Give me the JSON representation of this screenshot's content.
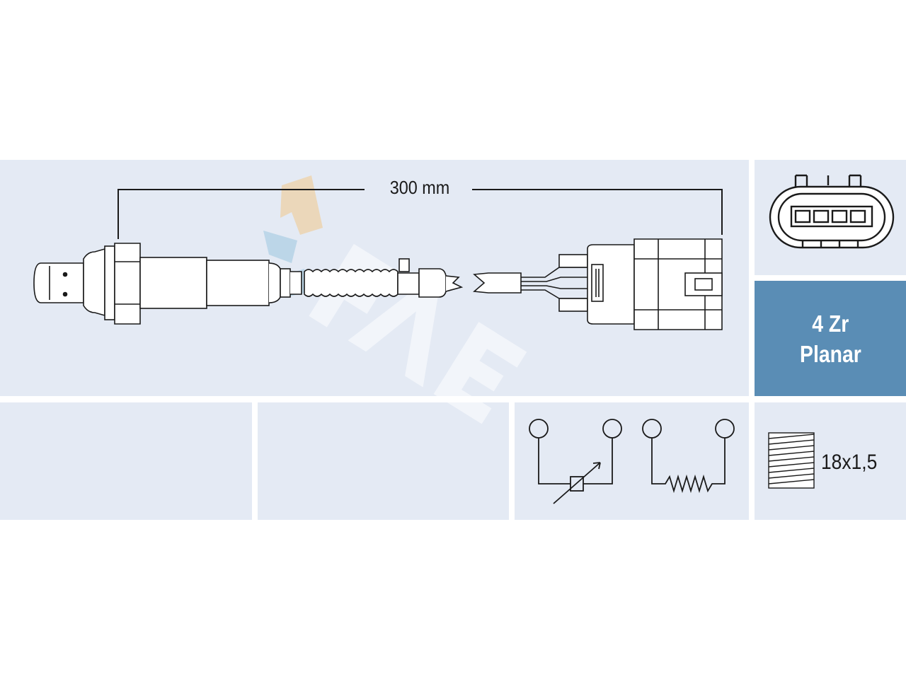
{
  "dimension": {
    "length": "300 mm"
  },
  "sensor_spec": {
    "line1": "4 Zr",
    "line2": "Planar"
  },
  "thread": {
    "size": "18x1,5"
  },
  "watermark": {
    "brand": "FAE"
  },
  "connector": {
    "pins": 4
  },
  "colors": {
    "panel": "#e4eaf4",
    "accent": "#5a8db5",
    "line": "#1a1a1a",
    "watermark_orange": "#f2c98c",
    "watermark_blue": "#9cc6e0"
  }
}
